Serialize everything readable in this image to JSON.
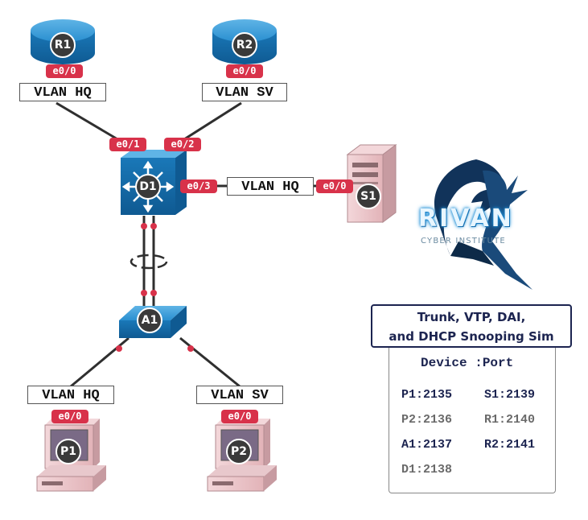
{
  "devices": {
    "r1": {
      "label": "R1",
      "type": "router"
    },
    "r2": {
      "label": "R2",
      "type": "router"
    },
    "d1": {
      "label": "D1",
      "type": "multilayer-switch"
    },
    "s1": {
      "label": "S1",
      "type": "server"
    },
    "a1": {
      "label": "A1",
      "type": "switch"
    },
    "p1": {
      "label": "P1",
      "type": "pc"
    },
    "p2": {
      "label": "P2",
      "type": "pc"
    }
  },
  "ports": {
    "r1_e00": "e0/0",
    "r2_e00": "e0/0",
    "d1_e01": "e0/1",
    "d1_e02": "e0/2",
    "d1_e03": "e0/3",
    "s1_e00": "e0/0",
    "p1_e00": "e0/0",
    "p2_e00": "e0/0"
  },
  "vlans": {
    "r1": "VLAN HQ",
    "r2": "VLAN SV",
    "s1": "VLAN HQ",
    "p1": "VLAN HQ",
    "p2": "VLAN SV"
  },
  "logo": {
    "name": "RIVAN",
    "tagline": "CYBER INSTITUTE"
  },
  "card": {
    "title_line1": "Trunk, VTP, DAI,",
    "title_line2": "and DHCP Snooping Sim",
    "header": "Device :Port",
    "entries": [
      {
        "text": "P1:2135",
        "style": "dark"
      },
      {
        "text": "S1:2139",
        "style": "dark"
      },
      {
        "text": "P2:2136",
        "style": "gray"
      },
      {
        "text": "R1:2140",
        "style": "gray"
      },
      {
        "text": "A1:2137",
        "style": "dark"
      },
      {
        "text": "R2:2141",
        "style": "dark"
      },
      {
        "text": "D1:2138",
        "style": "gray"
      }
    ]
  },
  "colors": {
    "port_badge": "#d8324a",
    "device_blue": "#1e86c8",
    "card_border": "#1c2450",
    "link": "#333333"
  }
}
